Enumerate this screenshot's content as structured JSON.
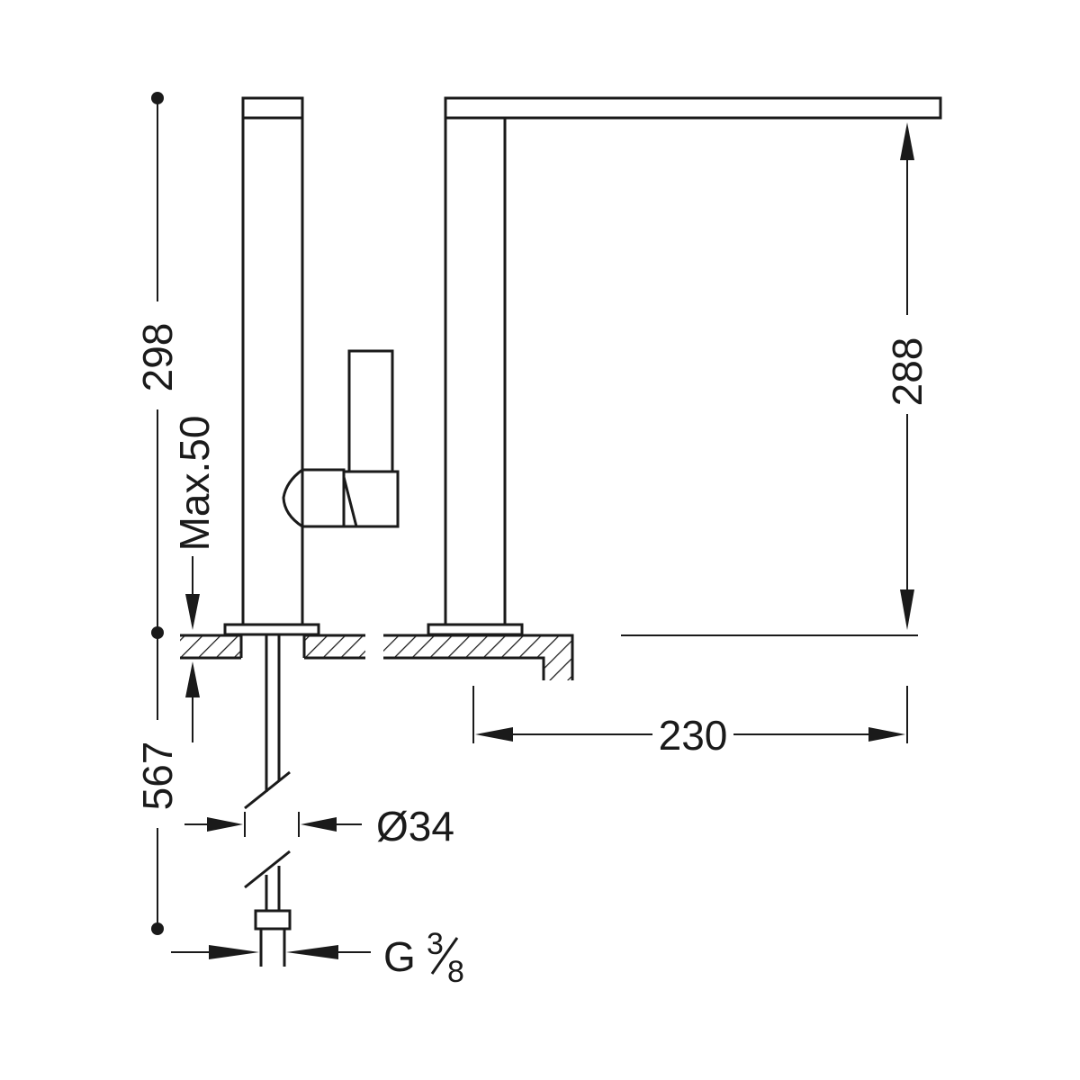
{
  "dimensions": {
    "total_height": "298",
    "spout_height": "288",
    "max_deck": "Max.50",
    "below_deck": "567",
    "spout_reach": "230",
    "shank_diameter": "Ø34",
    "connection_prefix": "G",
    "connection_num": "3",
    "connection_den": "8"
  },
  "colors": {
    "line": "#1a1a1a",
    "background": "#ffffff"
  }
}
